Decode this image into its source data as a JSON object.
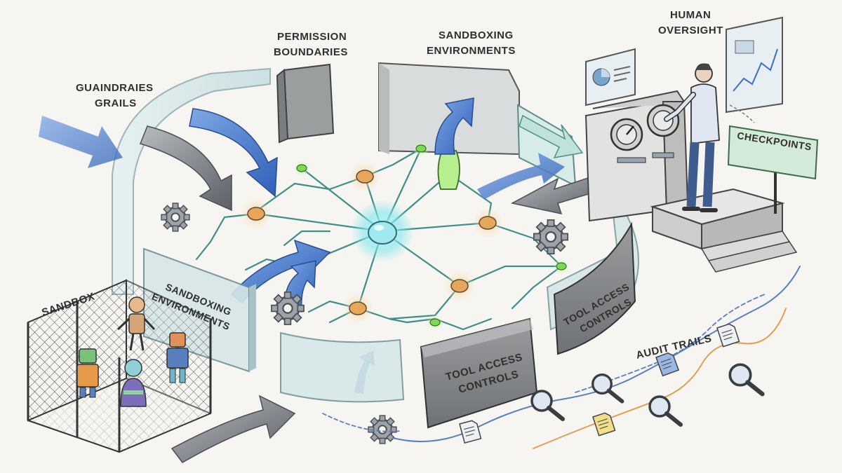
{
  "labels": {
    "guardrails_l1": "GUAINDRAIES",
    "guardrails_l2": "GRAILS",
    "permission_l1": "PERMISSION",
    "permission_l2": "BOUNDARIES",
    "sandboxing_top_l1": "SANDBOXING",
    "sandboxing_top_l2": "ENVIRONMENTS",
    "human_l1": "HUMAN",
    "human_l2": "OVERSIGHT",
    "checkpoints": "CHECKPOINTS",
    "sandbox": "SANDBOX",
    "sandboxing_panel_l1": "SANDBOXING",
    "sandboxing_panel_l2": "ENVIRONMENTS",
    "tool_access_front_l1": "TOOL ACCESS",
    "tool_access_front_l2": "CONTROLS",
    "tool_access_right_l1": "TOOL ACCESS",
    "tool_access_right_l2": "CONTROLS",
    "audit_trails": "AUDIT TRAILS"
  },
  "colors": {
    "ink": "#2f2f2f",
    "glass": "#cfe3e6",
    "blue_arrow": "#3f6fc4",
    "gray_arrow": "#6c6f75",
    "node_orange": "#e8a65a",
    "node_green": "#7ed957",
    "core_cyan": "#7fe6ee",
    "audit_orange": "#e0a050",
    "audit_blue": "#5a7fbf"
  },
  "icons": [
    "gear-icon",
    "magnifier-icon",
    "document-icon",
    "robot-icon",
    "person-icon",
    "dial-icon",
    "chart-icon"
  ]
}
